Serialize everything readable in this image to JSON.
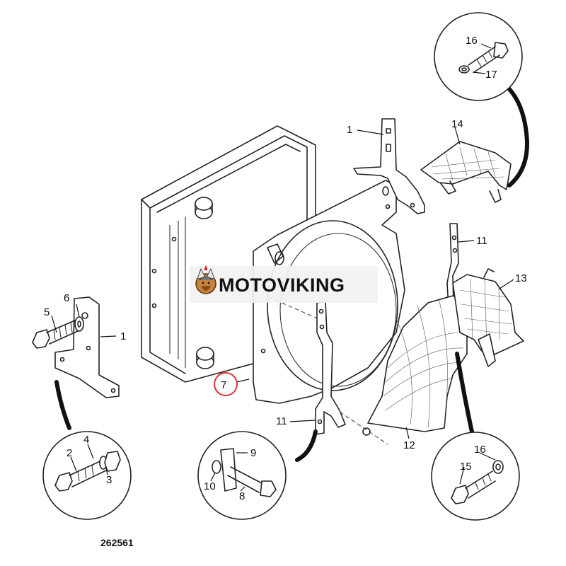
{
  "brand": {
    "name": "MOTOVIKING"
  },
  "drawing_number": "262561",
  "highlight_color": "#e03030",
  "callouts": {
    "c1_top": "1",
    "c1_left": "1",
    "c2": "2",
    "c3": "3",
    "c4": "4",
    "c5": "5",
    "c6": "6",
    "c7": "7",
    "c8": "8",
    "c9": "9",
    "c10": "10",
    "c11_top": "11",
    "c11_bottom": "11",
    "c12": "12",
    "c13": "13",
    "c14": "14",
    "c15": "15",
    "c16_top": "16",
    "c16_bottom": "16",
    "c17": "17"
  }
}
